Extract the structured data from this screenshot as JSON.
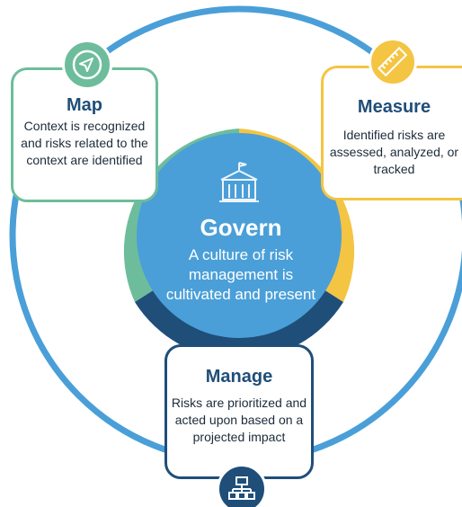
{
  "colors": {
    "ring": "#4a9fd8",
    "govern_fill": "#4a9fd8",
    "map_green": "#6dbd9c",
    "measure_yellow": "#f4c543",
    "manage_navy": "#1f4e79",
    "heading_navy": "#1f4e79"
  },
  "govern": {
    "title": "Govern",
    "description": "A culture of risk management is cultivated and present",
    "icon": "building-icon"
  },
  "map": {
    "title": "Map",
    "description": "Context is recognized and risks related to the context are identified",
    "icon": "compass-icon"
  },
  "measure": {
    "title": "Measure",
    "description": "Identified risks are assessed, analyzed, or tracked",
    "icon": "ruler-icon"
  },
  "manage": {
    "title": "Manage",
    "description": "Risks are prioritized and acted upon based on a projected impact",
    "icon": "hierarchy-icon"
  }
}
